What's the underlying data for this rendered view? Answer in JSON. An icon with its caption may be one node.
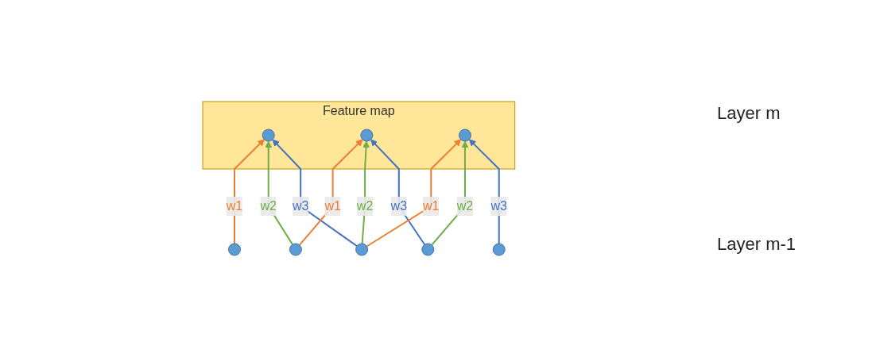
{
  "diagram": {
    "nodes": [
      {
        "text": [
          "Feature map"
        ]
      },
      {
        "text": [],
        "shape": "circle",
        "in": 0
      },
      {
        "text": [],
        "shape": "circle",
        "in": 0
      },
      {
        "text": [],
        "shape": "circle",
        "in": 0
      },
      {
        "text": [],
        "shape": "circle"
      },
      {
        "text": [],
        "shape": "circle"
      },
      {
        "text": [],
        "shape": "circle"
      },
      {
        "text": [],
        "shape": "circle"
      },
      {
        "text": [],
        "shape": "circle"
      }
    ],
    "edges": [
      {
        "from": 4,
        "to": 1,
        "arrow": "to",
        "label": "w1",
        "color": "#ed7d31"
      },
      {
        "from": 5,
        "to": 1,
        "arrow": "to",
        "label": "w2",
        "color": "#70ad47"
      },
      {
        "from": 6,
        "to": 1,
        "arrow": "to",
        "label": "w3",
        "color": "#4472c4"
      },
      {
        "from": 5,
        "to": 2,
        "arrow": "to",
        "label": "w1",
        "color": "#ed7d31"
      },
      {
        "from": 6,
        "to": 2,
        "arrow": "to",
        "label": "w2",
        "color": "#70ad47"
      },
      {
        "from": 7,
        "to": 2,
        "arrow": "to",
        "label": "w3",
        "color": "#4472c4"
      },
      {
        "from": 6,
        "to": 3,
        "arrow": "to",
        "label": "w1",
        "color": "#ed7d31"
      },
      {
        "from": 7,
        "to": 3,
        "arrow": "to",
        "label": "w2",
        "color": "#70ad47"
      },
      {
        "from": 8,
        "to": 3,
        "arrow": "to",
        "label": "w3",
        "color": "#4472c4"
      }
    ],
    "labels": [
      "Layer m",
      "Layer m-1"
    ]
  }
}
